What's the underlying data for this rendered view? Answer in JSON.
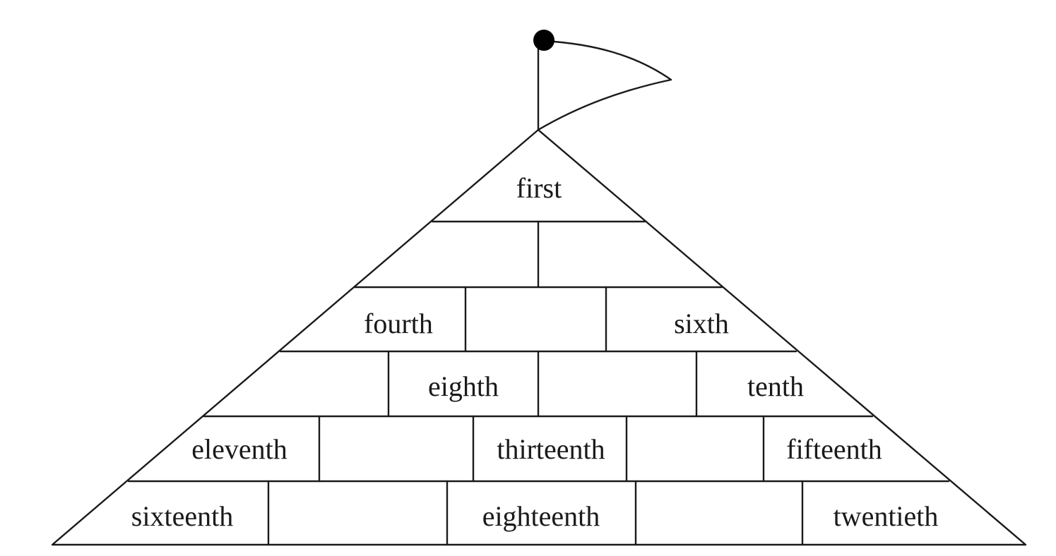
{
  "pyramid": {
    "rows": [
      {
        "cells": [
          {
            "label": "first"
          }
        ]
      },
      {
        "cells": [
          {
            "label": ""
          },
          {
            "label": ""
          }
        ]
      },
      {
        "cells": [
          {
            "label": "fourth"
          },
          {
            "label": ""
          },
          {
            "label": "sixth"
          }
        ]
      },
      {
        "cells": [
          {
            "label": ""
          },
          {
            "label": "eighth"
          },
          {
            "label": ""
          },
          {
            "label": "tenth"
          }
        ]
      },
      {
        "cells": [
          {
            "label": "eleventh"
          },
          {
            "label": ""
          },
          {
            "label": "thirteenth"
          },
          {
            "label": ""
          },
          {
            "label": "fifteenth"
          }
        ]
      },
      {
        "cells": [
          {
            "label": "sixteenth"
          },
          {
            "label": ""
          },
          {
            "label": "eighteenth"
          },
          {
            "label": ""
          },
          {
            "label": "twentieth"
          }
        ]
      }
    ]
  },
  "flag": {
    "icon": "flag-icon",
    "color": "#000000"
  }
}
